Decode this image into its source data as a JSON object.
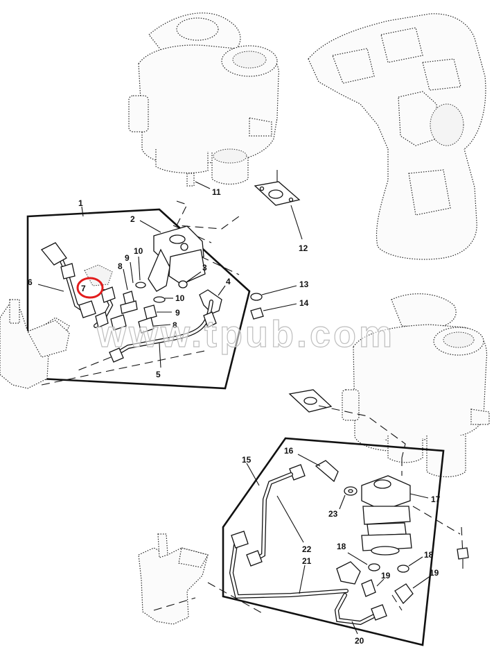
{
  "callouts": {
    "c1": "1",
    "c2": "2",
    "c3": "3",
    "c4": "4",
    "c5": "5",
    "c6": "6",
    "c7": "7",
    "c8a": "8",
    "c8b": "8",
    "c9a": "9",
    "c9b": "9",
    "c10a": "10",
    "c10b": "10",
    "c11": "11",
    "c12": "12",
    "c13": "13",
    "c14": "14",
    "c15": "15",
    "c16": "16",
    "c17": "17",
    "c18a": "18",
    "c18b": "18",
    "c19a": "19",
    "c19b": "19",
    "c20": "20",
    "c21": "21",
    "c22": "22",
    "c23": "23"
  },
  "watermark": "www.tpub.com",
  "highlight": {
    "callout": "7",
    "color": "#e21c1c"
  }
}
